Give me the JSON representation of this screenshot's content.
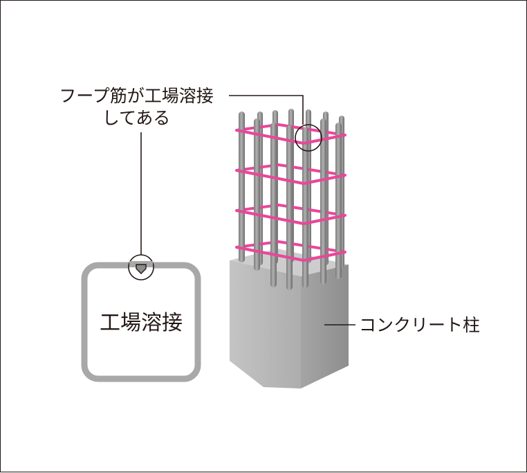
{
  "diagram": {
    "callout_label_line1": "フープ筋が工場溶接",
    "callout_label_line2": "してある",
    "hoop_detail_label": "工場溶接",
    "column_label": "コンクリート柱",
    "colors": {
      "line": "#231815",
      "hoop": "#e9479a",
      "hoop_highlight": "#f7b6d6",
      "concrete_front": "#b4b4b4",
      "concrete_side": "#9b9b9b",
      "concrete_top": "#cbcbcb",
      "rebar": "#8a8a8a",
      "detail_frame": "#a8a8a8"
    }
  }
}
